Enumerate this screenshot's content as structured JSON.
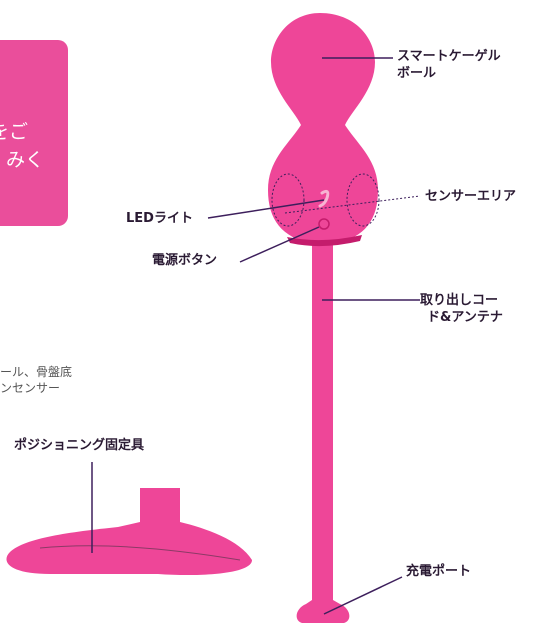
{
  "colors": {
    "pink": "#ee4698",
    "box": "#ea4e9b",
    "dark_pink": "#c41c6c",
    "line": "#3d1f5c",
    "text": "#2a1a33"
  },
  "info_box": {
    "line1": "をご",
    "line2": "みく"
  },
  "labels": {
    "smart_kegel_ball_1": "スマートケーゲル",
    "smart_kegel_ball_2": "ボール",
    "sensor_area": "センサーエリア",
    "led_light": "LEDライト",
    "power_button": "電源ボタン",
    "removal_cord_1": "取り出しコー",
    "removal_cord_2": "ド&アンテナ",
    "positioning_fixture": "ポジショニング固定具",
    "charging_port": "充電ポート"
  },
  "description": {
    "line1": "ール、骨盤底",
    "line2": "ンセンサー"
  }
}
